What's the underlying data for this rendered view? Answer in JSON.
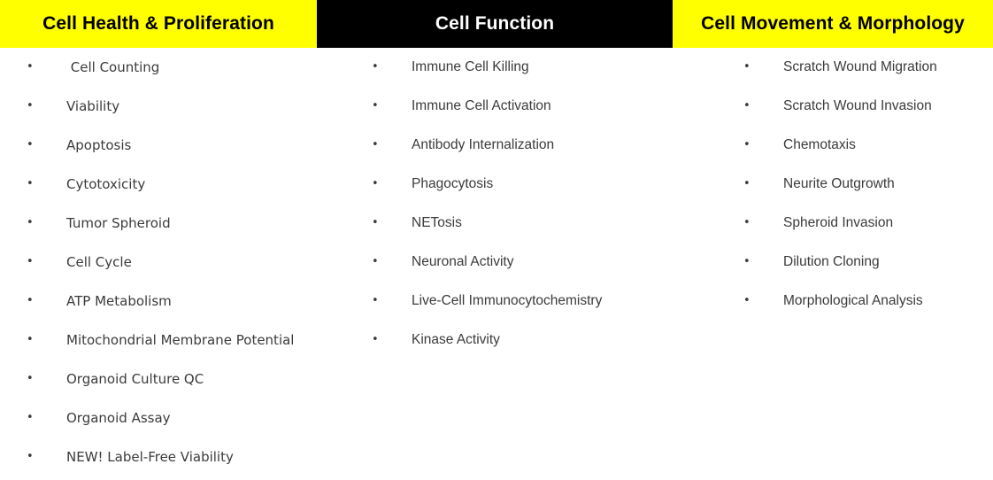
{
  "colors": {
    "accent_yellow": "#FFFF00",
    "header_dark": "#000000",
    "header_text_on_yellow": "#000000",
    "header_text_on_dark": "#FFFFFF",
    "body_text": "#3B3B3B",
    "page_background": "#FFFFFF"
  },
  "bullet_glyph": "•",
  "columns": [
    {
      "id": "cell-health-proliferation",
      "header": "Cell Health & Proliferation",
      "header_style": "yellow",
      "items": [
        " Cell Counting",
        "Viability",
        "Apoptosis",
        "Cytotoxicity",
        "Tumor Spheroid",
        "Cell Cycle",
        "ATP Metabolism",
        "Mitochondrial Membrane Potential",
        "Organoid Culture QC",
        "Organoid Assay",
        "NEW! Label-Free Viability"
      ]
    },
    {
      "id": "cell-function",
      "header": "Cell Function",
      "header_style": "black",
      "items": [
        "Immune Cell Killing",
        "Immune Cell Activation",
        "Antibody Internalization",
        "Phagocytosis",
        "NETosis",
        "Neuronal Activity",
        "Live-Cell Immunocytochemistry",
        "Kinase Activity"
      ]
    },
    {
      "id": "cell-movement-morphology",
      "header": "Cell Movement & Morphology",
      "header_style": "yellow",
      "items": [
        "Scratch Wound Migration",
        "Scratch Wound Invasion",
        "Chemotaxis",
        "Neurite Outgrowth",
        "Spheroid Invasion",
        "Dilution Cloning",
        "Morphological Analysis"
      ]
    }
  ]
}
